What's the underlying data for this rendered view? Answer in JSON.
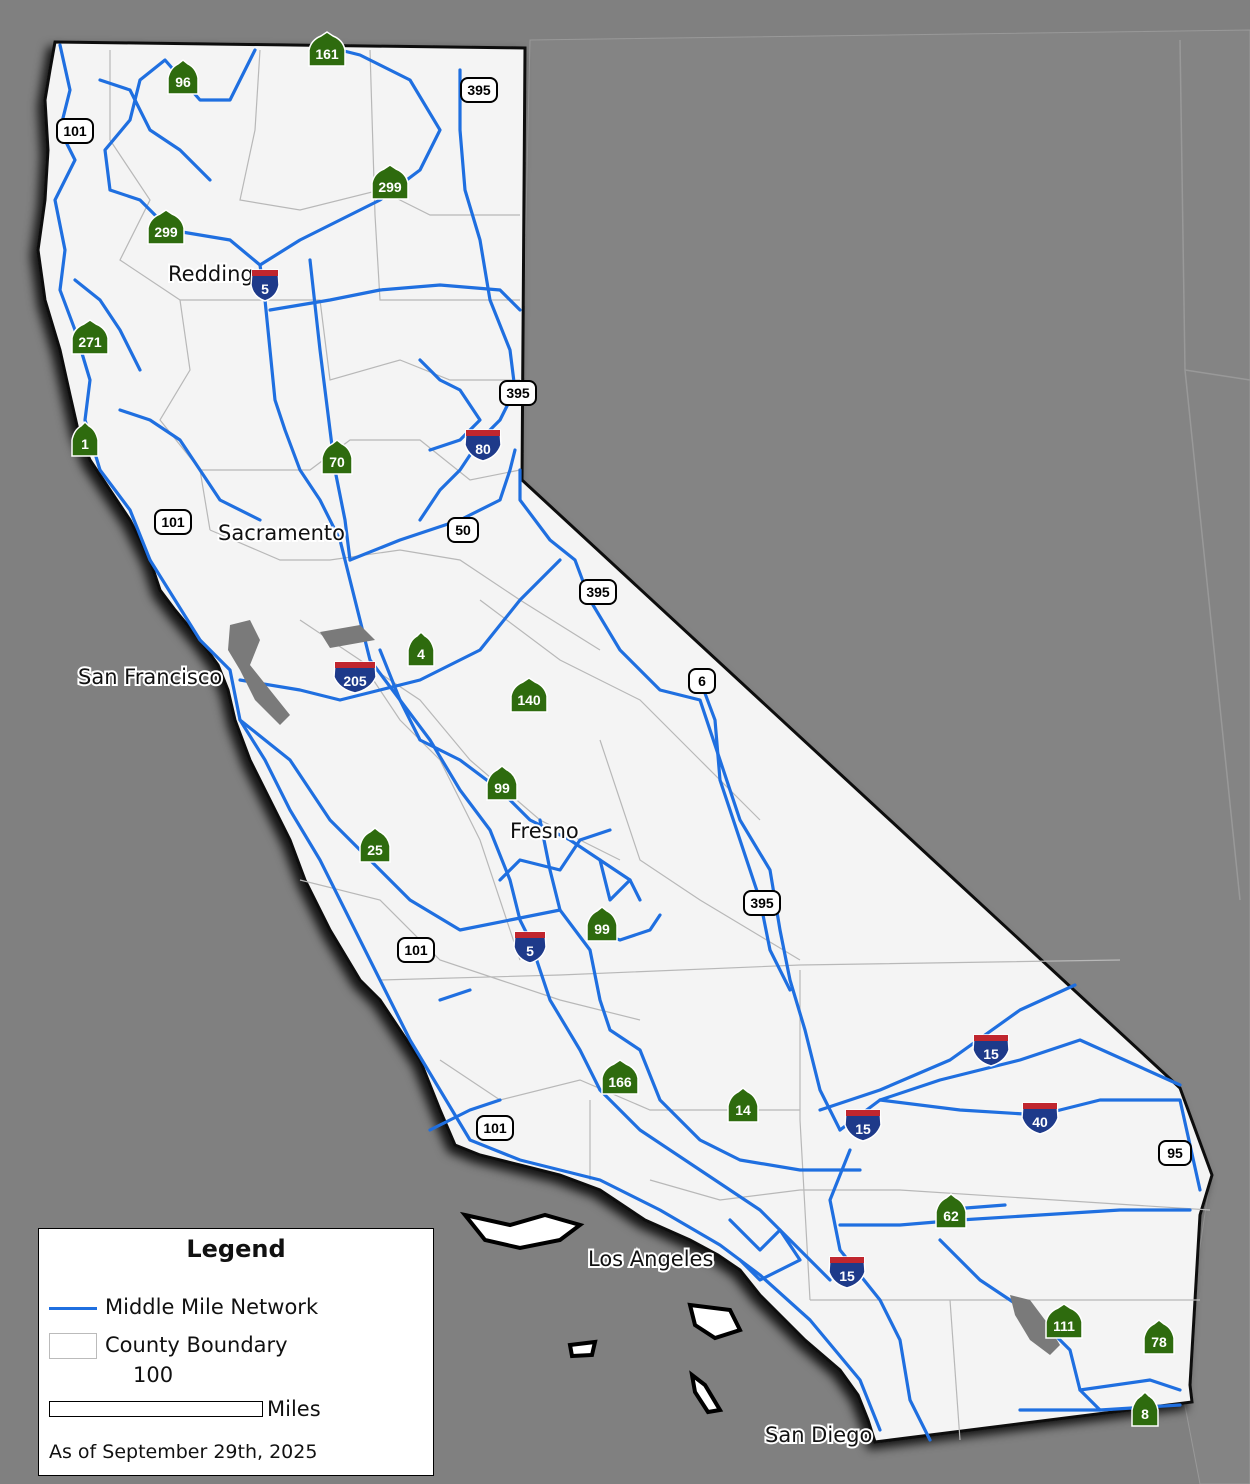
{
  "cities": [
    "Redding",
    "Sacramento",
    "San Francisco",
    "Fresno",
    "Los Angeles",
    "San Diego"
  ],
  "shields": {
    "interstate": [
      "5",
      "80",
      "205",
      "5",
      "15",
      "15",
      "40",
      "15"
    ],
    "us": [
      "395",
      "101",
      "395",
      "101",
      "50",
      "395",
      "6",
      "395",
      "101",
      "101",
      "95"
    ],
    "state": [
      "161",
      "96",
      "299",
      "299",
      "271",
      "1",
      "70",
      "4",
      "140",
      "99",
      "25",
      "99",
      "166",
      "14",
      "62",
      "111",
      "78",
      "8"
    ]
  },
  "legend": {
    "title": "Legend",
    "network_label": "Middle Mile Network",
    "county_label": "County Boundary",
    "scale_value": "100",
    "scale_unit": "Miles",
    "date": "As of September 29th, 2025"
  },
  "colors": {
    "background": "#808080",
    "land": "#f4f4f4",
    "network": "#1f6fe0",
    "state_shield": "#2e6b0e",
    "interstate_blue": "#1e3a8a",
    "interstate_red": "#c0262e"
  }
}
